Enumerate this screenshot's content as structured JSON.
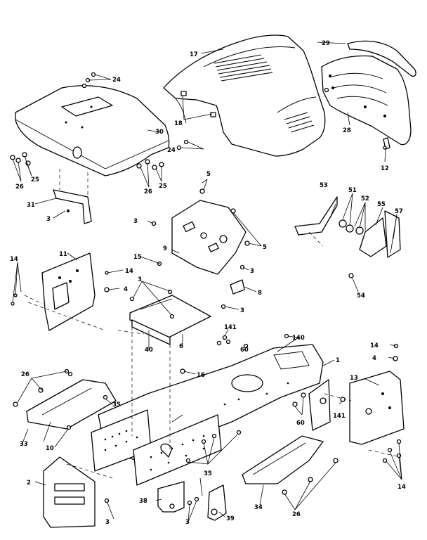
{
  "callouts": {
    "c1": "1",
    "c2": "2",
    "c3a": "3",
    "c3b": "3",
    "c3c": "3",
    "c3d": "3",
    "c3e": "3",
    "c3f": "3",
    "c3g": "3",
    "c4a": "4",
    "c4b": "4",
    "c5a": "5",
    "c5b": "5",
    "c6": "6",
    "c8": "8",
    "c9": "9",
    "c10": "10",
    "c11": "11",
    "c12": "12",
    "c13": "13",
    "c14a": "14",
    "c14b": "14",
    "c14c": "14",
    "c14d": "14",
    "c15": "15",
    "c16": "16",
    "c17": "17",
    "c18": "18",
    "c24a": "24",
    "c24b": "24",
    "c25a": "25",
    "c25b": "25",
    "c26a": "26",
    "c26b": "26",
    "c26c": "26",
    "c26d": "26",
    "c28": "28",
    "c29": "29",
    "c30": "30",
    "c31": "31",
    "c33": "33",
    "c34": "34",
    "c35a": "35",
    "c35b": "35",
    "c38": "38",
    "c39": "39",
    "c40": "40",
    "c51": "51",
    "c52": "52",
    "c53": "53",
    "c54": "54",
    "c55": "55",
    "c57": "57",
    "c60a": "60",
    "c60b": "60",
    "c140": "140",
    "c141a": "141",
    "c141b": "141"
  }
}
